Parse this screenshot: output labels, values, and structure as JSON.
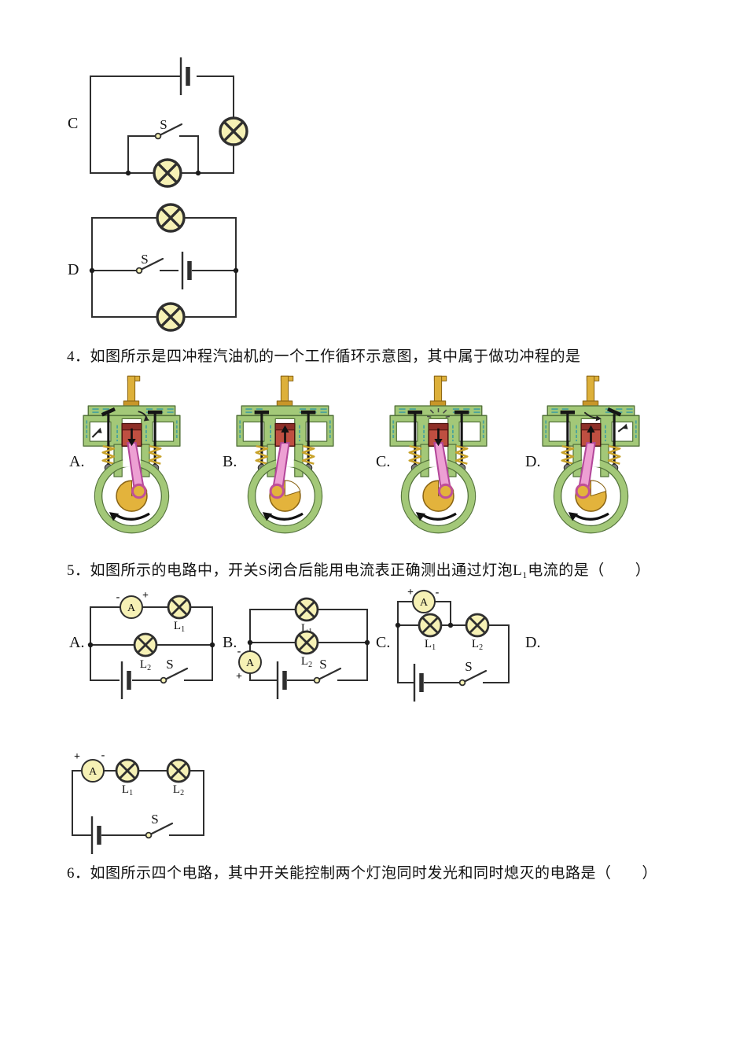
{
  "doc": {
    "questions": {
      "q4": "4．如图所示是四冲程汽油机的一个工作循环示意图，其中属于做功冲程的是",
      "q5": "5．如图所示的电路中，开关S闭合后能用电流表正确测出通过灯泡L₁电流的是（　　）",
      "q6": "6．如图所示四个电路，其中开关能控制两个灯泡同时发光和同时熄灭的电路是（　　）"
    },
    "top_options": {
      "c": "C",
      "d": "D"
    },
    "engine_options": {
      "a": "A.",
      "b": "B.",
      "c": "C.",
      "d": "D."
    },
    "q5_options": {
      "a": "A.",
      "b": "B.",
      "c": "C.",
      "d": "D."
    },
    "symbols": {
      "switch": "S",
      "ammeter": "A",
      "lamp": "L",
      "sub1": "1",
      "sub2": "2",
      "plus": "+",
      "minus": "-"
    },
    "colors": {
      "lamp_fill": "#f6f1b5",
      "wire": "#2f2f2f",
      "engine_green": "#a3c878",
      "engine_outline": "#55743c",
      "piston_red": "#bf4f41",
      "piston_dark": "#8e2f28",
      "crank_gold": "#e3b33c",
      "rod_pink": "#eda0d3",
      "spring_gold": "#c8a22a",
      "fin_teal": "#4ba39a",
      "plug_gold": "#ddb03a"
    }
  }
}
